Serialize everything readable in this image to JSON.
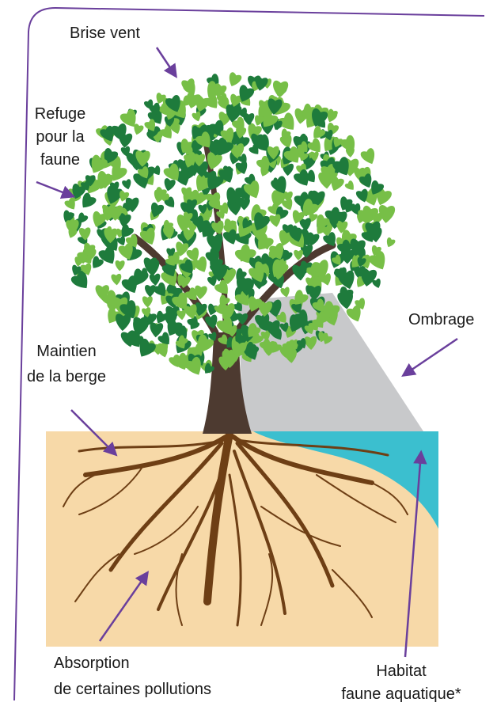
{
  "labels": {
    "brise_vent": "Brise vent",
    "refuge": [
      "Refuge",
      "pour la",
      "faune"
    ],
    "ombrage": "Ombrage",
    "maintien": [
      "Maintien",
      "de la berge"
    ],
    "absorption": [
      "Absorption",
      "de certaines pollutions"
    ],
    "habitat": [
      "Habitat",
      "faune aquatique*"
    ]
  },
  "colors": {
    "frame": "#6a3f9c",
    "arrow": "#6a3f9c",
    "soil": "#f7d9a8",
    "water": "#3bbfcf",
    "shade": "#c8c9cb",
    "trunk": "#4d3a30",
    "roots": "#6e3f15",
    "leaf_dark": "#1e7b3c",
    "leaf_light": "#77bf47"
  }
}
